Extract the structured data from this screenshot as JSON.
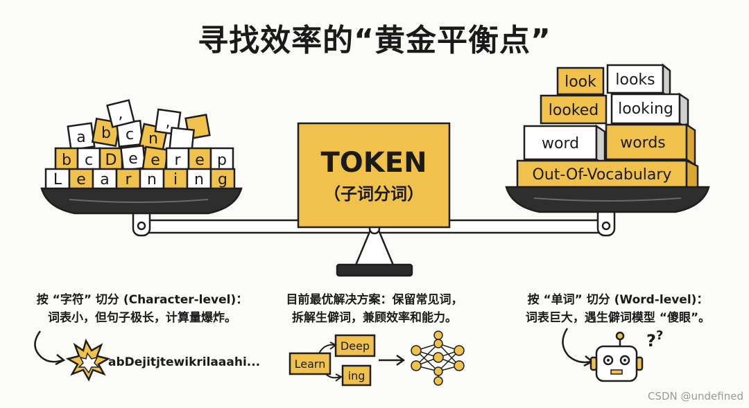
{
  "title": "寻找效率的“黄金平衡点”",
  "center_block": {
    "main": "TOKEN",
    "sub": "（子词分词）"
  },
  "left_pan": {
    "letters_row1": [
      "a",
      "b",
      "c",
      "n",
      ",",
      ","
    ],
    "letters_row2": [
      "b",
      "c",
      "D",
      "e",
      "e",
      "r",
      "e",
      "p"
    ],
    "letters_row3": [
      "L",
      "e",
      "a",
      "r",
      "n",
      "i",
      "n",
      "g"
    ]
  },
  "right_pan": {
    "blocks": [
      "look",
      "looks",
      "looked",
      "looking",
      "word",
      "words",
      "Out-Of-Vocabulary"
    ]
  },
  "captions": {
    "left": {
      "line1": "按 “字符” 切分 (Character-level)：",
      "line2": "词表小，但句子极长，计算量爆炸。"
    },
    "middle": {
      "line1": "目前最优解决方案：保留常见词，",
      "line2": "拆解生僻词，兼顾效率和能力。"
    },
    "right": {
      "line1": "按 “单词” 切分 (Word-level)：",
      "line2": "词表巨大，遇生僻词模型 “傻眼”。"
    }
  },
  "illustrations": {
    "left_garbled": "abDejitjtewikrilaaahi...",
    "mid_words": [
      "Learn",
      "Deep",
      "ing"
    ],
    "right_icons": [
      "robot-icon",
      "question-marks-icon"
    ],
    "left_icons": [
      "explosion-icon"
    ],
    "mid_icons": [
      "neural-network-icon"
    ]
  },
  "credit": "CSDN @undefined",
  "colors": {
    "gold": "#f0c24b",
    "dark": "#2b2b2b",
    "block_white": "#ffffff"
  }
}
